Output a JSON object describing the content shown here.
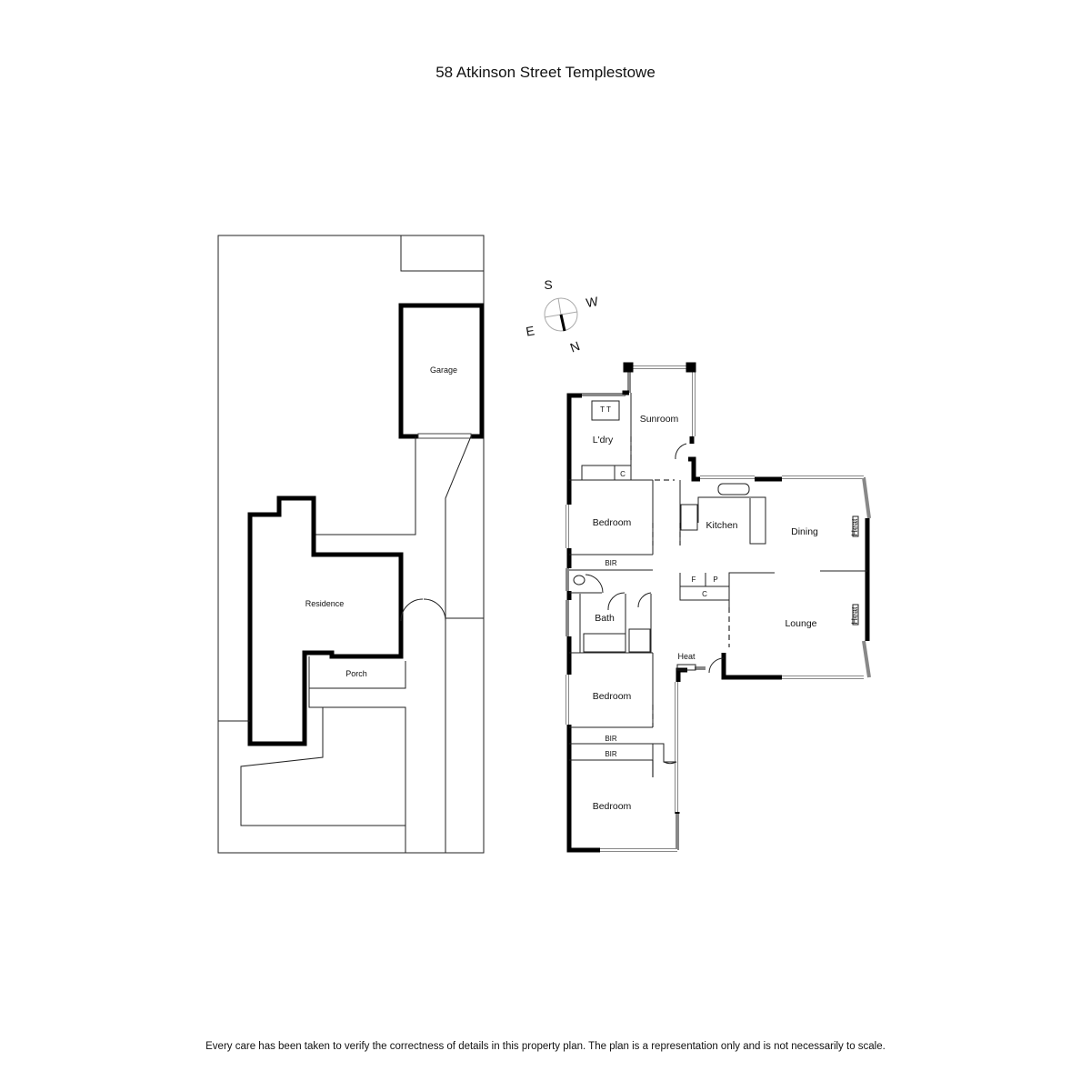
{
  "title": "58 Atkinson Street Templestowe",
  "disclaimer": "Every care has been taken to verify the correctness of details in this property plan. The plan is a representation only and is not necessarily to scale.",
  "site_plan": {
    "garage": "Garage",
    "residence": "Residence",
    "porch": "Porch"
  },
  "compass": {
    "n": "N",
    "s": "S",
    "e": "E",
    "w": "W"
  },
  "rooms": {
    "sunroom": "Sunroom",
    "laundry": "L'dry",
    "laundry_tubs": "T  T",
    "laundry_cupboard": "C",
    "bedroom1": "Bedroom",
    "bir1": "BIR",
    "bath": "Bath",
    "kitchen": "Kitchen",
    "dining": "Dining",
    "lounge": "Lounge",
    "fridge": "F",
    "pantry": "P",
    "cupboard": "C",
    "heat_dining": "Heat",
    "heat_lounge": "Heat",
    "heat_entry": "Heat",
    "bedroom2": "Bedroom",
    "bir2": "BIR",
    "bir3": "BIR",
    "bedroom3": "Bedroom"
  }
}
